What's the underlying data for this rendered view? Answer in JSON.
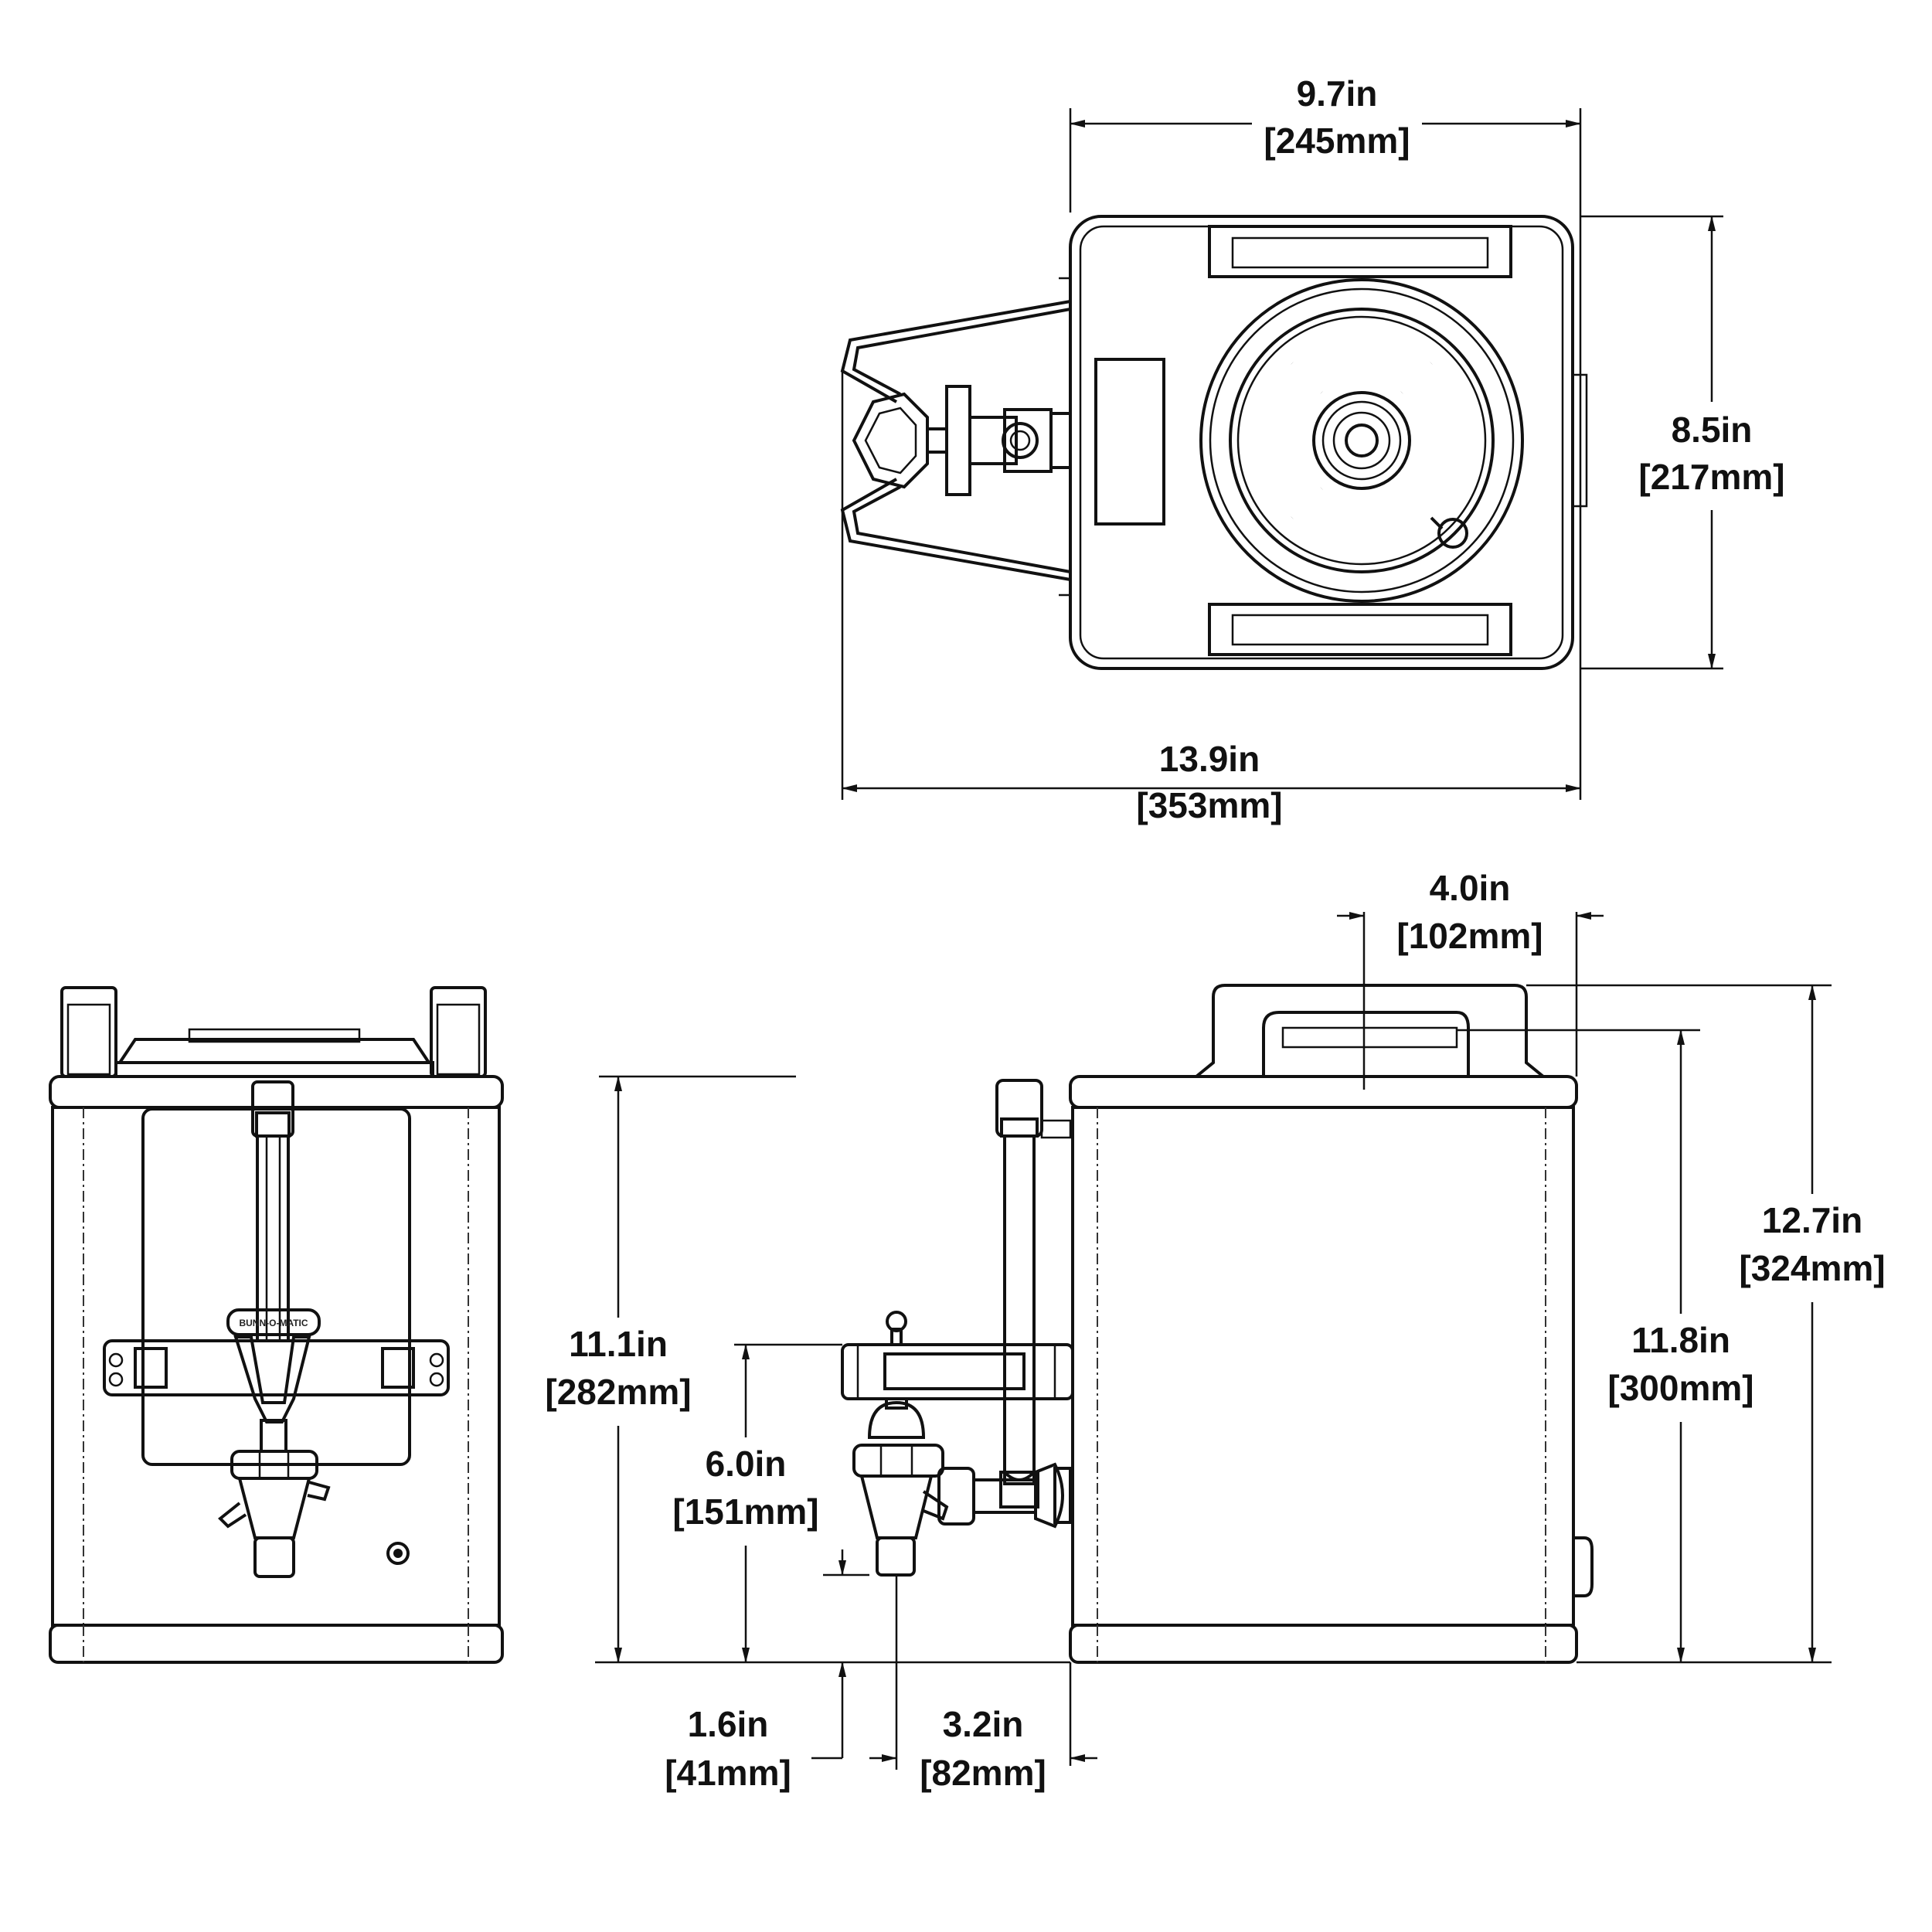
{
  "dimensions": {
    "top_width": {
      "in": "9.7in",
      "mm": "[245mm]"
    },
    "top_depth": {
      "in": "8.5in",
      "mm": "[217mm]"
    },
    "overall_depth": {
      "in": "13.9in",
      "mm": "[353mm]"
    },
    "lid_offset": {
      "in": "4.0in",
      "mm": "[102mm]"
    },
    "overall_height": {
      "in": "12.7in",
      "mm": "[324mm]"
    },
    "lid_height": {
      "in": "11.8in",
      "mm": "[300mm]"
    },
    "body_height": {
      "in": "11.1in",
      "mm": "[282mm]"
    },
    "faucet_height": {
      "in": "6.0in",
      "mm": "[151mm]"
    },
    "faucet_clearance": {
      "in": "1.6in",
      "mm": "[41mm]"
    },
    "faucet_reach": {
      "in": "3.2in",
      "mm": "[82mm]"
    }
  },
  "brand_label": "BUNN-O-MATIC"
}
